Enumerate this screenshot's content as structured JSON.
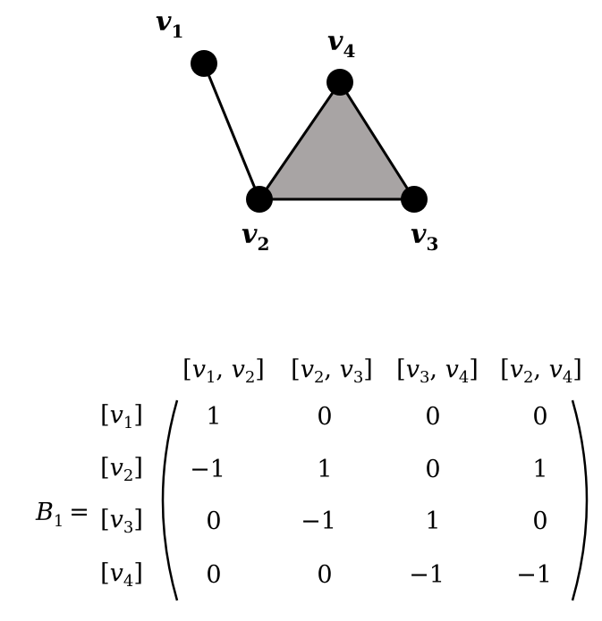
{
  "graph": {
    "vertices": [
      {
        "id": "v1",
        "name": "v",
        "index": "1"
      },
      {
        "id": "v2",
        "name": "v",
        "index": "2"
      },
      {
        "id": "v3",
        "name": "v",
        "index": "3"
      },
      {
        "id": "v4",
        "name": "v",
        "index": "4"
      }
    ],
    "edges": [
      [
        "v1",
        "v2"
      ],
      [
        "v2",
        "v3"
      ],
      [
        "v3",
        "v4"
      ],
      [
        "v2",
        "v4"
      ]
    ],
    "filled_face": [
      "v2",
      "v3",
      "v4"
    ],
    "colors": {
      "face_fill": "#a8a4a4",
      "vertex": "#000000",
      "edge": "#000000"
    }
  },
  "matrix": {
    "lhs_symbol": "B",
    "lhs_index": "1",
    "equals": "=",
    "col_headers": [
      {
        "a": "1",
        "b": "2"
      },
      {
        "a": "2",
        "b": "3"
      },
      {
        "a": "3",
        "b": "4"
      },
      {
        "a": "2",
        "b": "4"
      }
    ],
    "row_headers": [
      "1",
      "2",
      "3",
      "4"
    ],
    "rows": [
      [
        "1",
        "0",
        "0",
        "0"
      ],
      [
        "−1",
        "1",
        "0",
        "1"
      ],
      [
        "0",
        "−1",
        "1",
        "0"
      ],
      [
        "0",
        "0",
        "−1",
        "−1"
      ]
    ]
  }
}
